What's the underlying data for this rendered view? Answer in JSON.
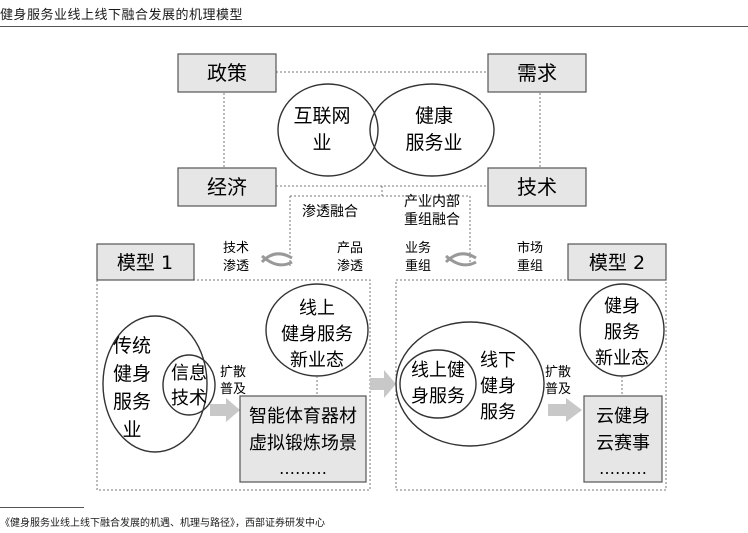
{
  "header": {
    "title": "健身服务业线上线下融合发展的机理模型"
  },
  "footer": {
    "source": "《健身服务业线上线下融合发展的机遇、机理与路径》，西部证券研发中心"
  },
  "diagram": {
    "factors": {
      "policy": "政策",
      "demand": "需求",
      "economy": "经济",
      "technology": "技术"
    },
    "venn": {
      "internet": [
        "互联网",
        "业"
      ],
      "health": [
        "健康",
        "服务业"
      ]
    },
    "modes": {
      "penetration": "渗透融合",
      "restructuring": [
        "产业内部",
        "重组融合"
      ]
    },
    "arrows": {
      "tech_penetration": [
        "技术",
        "渗透"
      ],
      "product_penetration": [
        "产品",
        "渗透"
      ],
      "business_restructuring": [
        "业务",
        "重组"
      ],
      "market_restructuring": [
        "市场",
        "重组"
      ],
      "diffusion": [
        "扩散",
        "普及"
      ]
    },
    "model1": {
      "label": "模型 1",
      "traditional": [
        "传统",
        "健身",
        "服务",
        "业"
      ],
      "info_tech": [
        "信息",
        "技术"
      ],
      "new_form": [
        "线上",
        "健身服务",
        "新业态"
      ],
      "products": [
        "智能体育器材",
        "虚拟锻炼场景",
        "………"
      ]
    },
    "model2": {
      "label": "模型 2",
      "online": [
        "线上健",
        "身服务"
      ],
      "offline": [
        "线下",
        "健身",
        "服务"
      ],
      "new_form": [
        "健身",
        "服务",
        "新业态"
      ],
      "products": [
        "云健身",
        "云赛事",
        "………"
      ]
    }
  }
}
